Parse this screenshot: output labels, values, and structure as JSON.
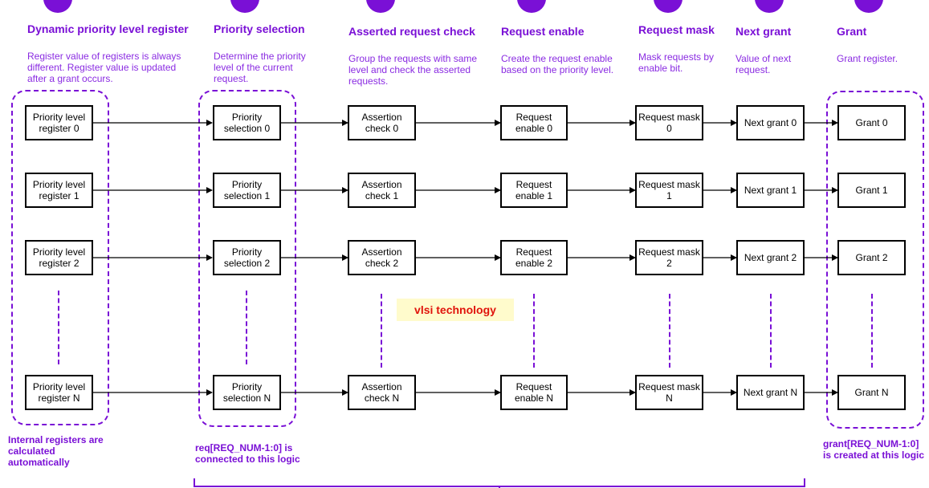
{
  "stages": [
    {
      "title": "Dynamic priority level register",
      "desc": "Register value of registers is always different. Register value is updated after a grant occurs."
    },
    {
      "title": "Priority selection",
      "desc": "Determine the priority level of the current request."
    },
    {
      "title": "Asserted request check",
      "desc": "Group the requests with same level and check the asserted requests."
    },
    {
      "title": "Request enable",
      "desc": "Create the request enable based on the priority level."
    },
    {
      "title": "Request mask",
      "desc": "Mask requests by enable bit."
    },
    {
      "title": "Next grant",
      "desc": "Value of next request."
    },
    {
      "title": "Grant",
      "desc": "Grant register."
    }
  ],
  "rows": [
    {
      "boxes": [
        "Priority level register 0",
        "Priority selection 0",
        "Assertion check 0",
        "Request enable 0",
        "Request mask 0",
        "Next grant 0",
        "Grant 0"
      ]
    },
    {
      "boxes": [
        "Priority level register 1",
        "Priority selection 1",
        "Assertion check 1",
        "Request enable 1",
        "Request mask 1",
        "Next grant 1",
        "Grant 1"
      ]
    },
    {
      "boxes": [
        "Priority level register 2",
        "Priority selection 2",
        "Assertion check 2",
        "Request enable 2",
        "Request mask 2",
        "Next grant 2",
        "Grant 2"
      ]
    },
    {
      "boxes": [
        "Priority level register N",
        "Priority selection N",
        "Assertion check N",
        "Request enable N",
        "Request mask N",
        "Next grant N",
        "Grant N"
      ]
    }
  ],
  "notes": {
    "internal": "Internal registers are calculated automatically",
    "req": "req[REQ_NUM-1:0] is connected to this logic",
    "grant": "grant[REQ_NUM-1:0] is created at this logic"
  },
  "watermark": "vlsi technology",
  "colors": {
    "accent": "#7a10d6",
    "desc": "#8a2be2",
    "watermark_text": "#e0140c",
    "watermark_bg": "#fffbcc"
  }
}
